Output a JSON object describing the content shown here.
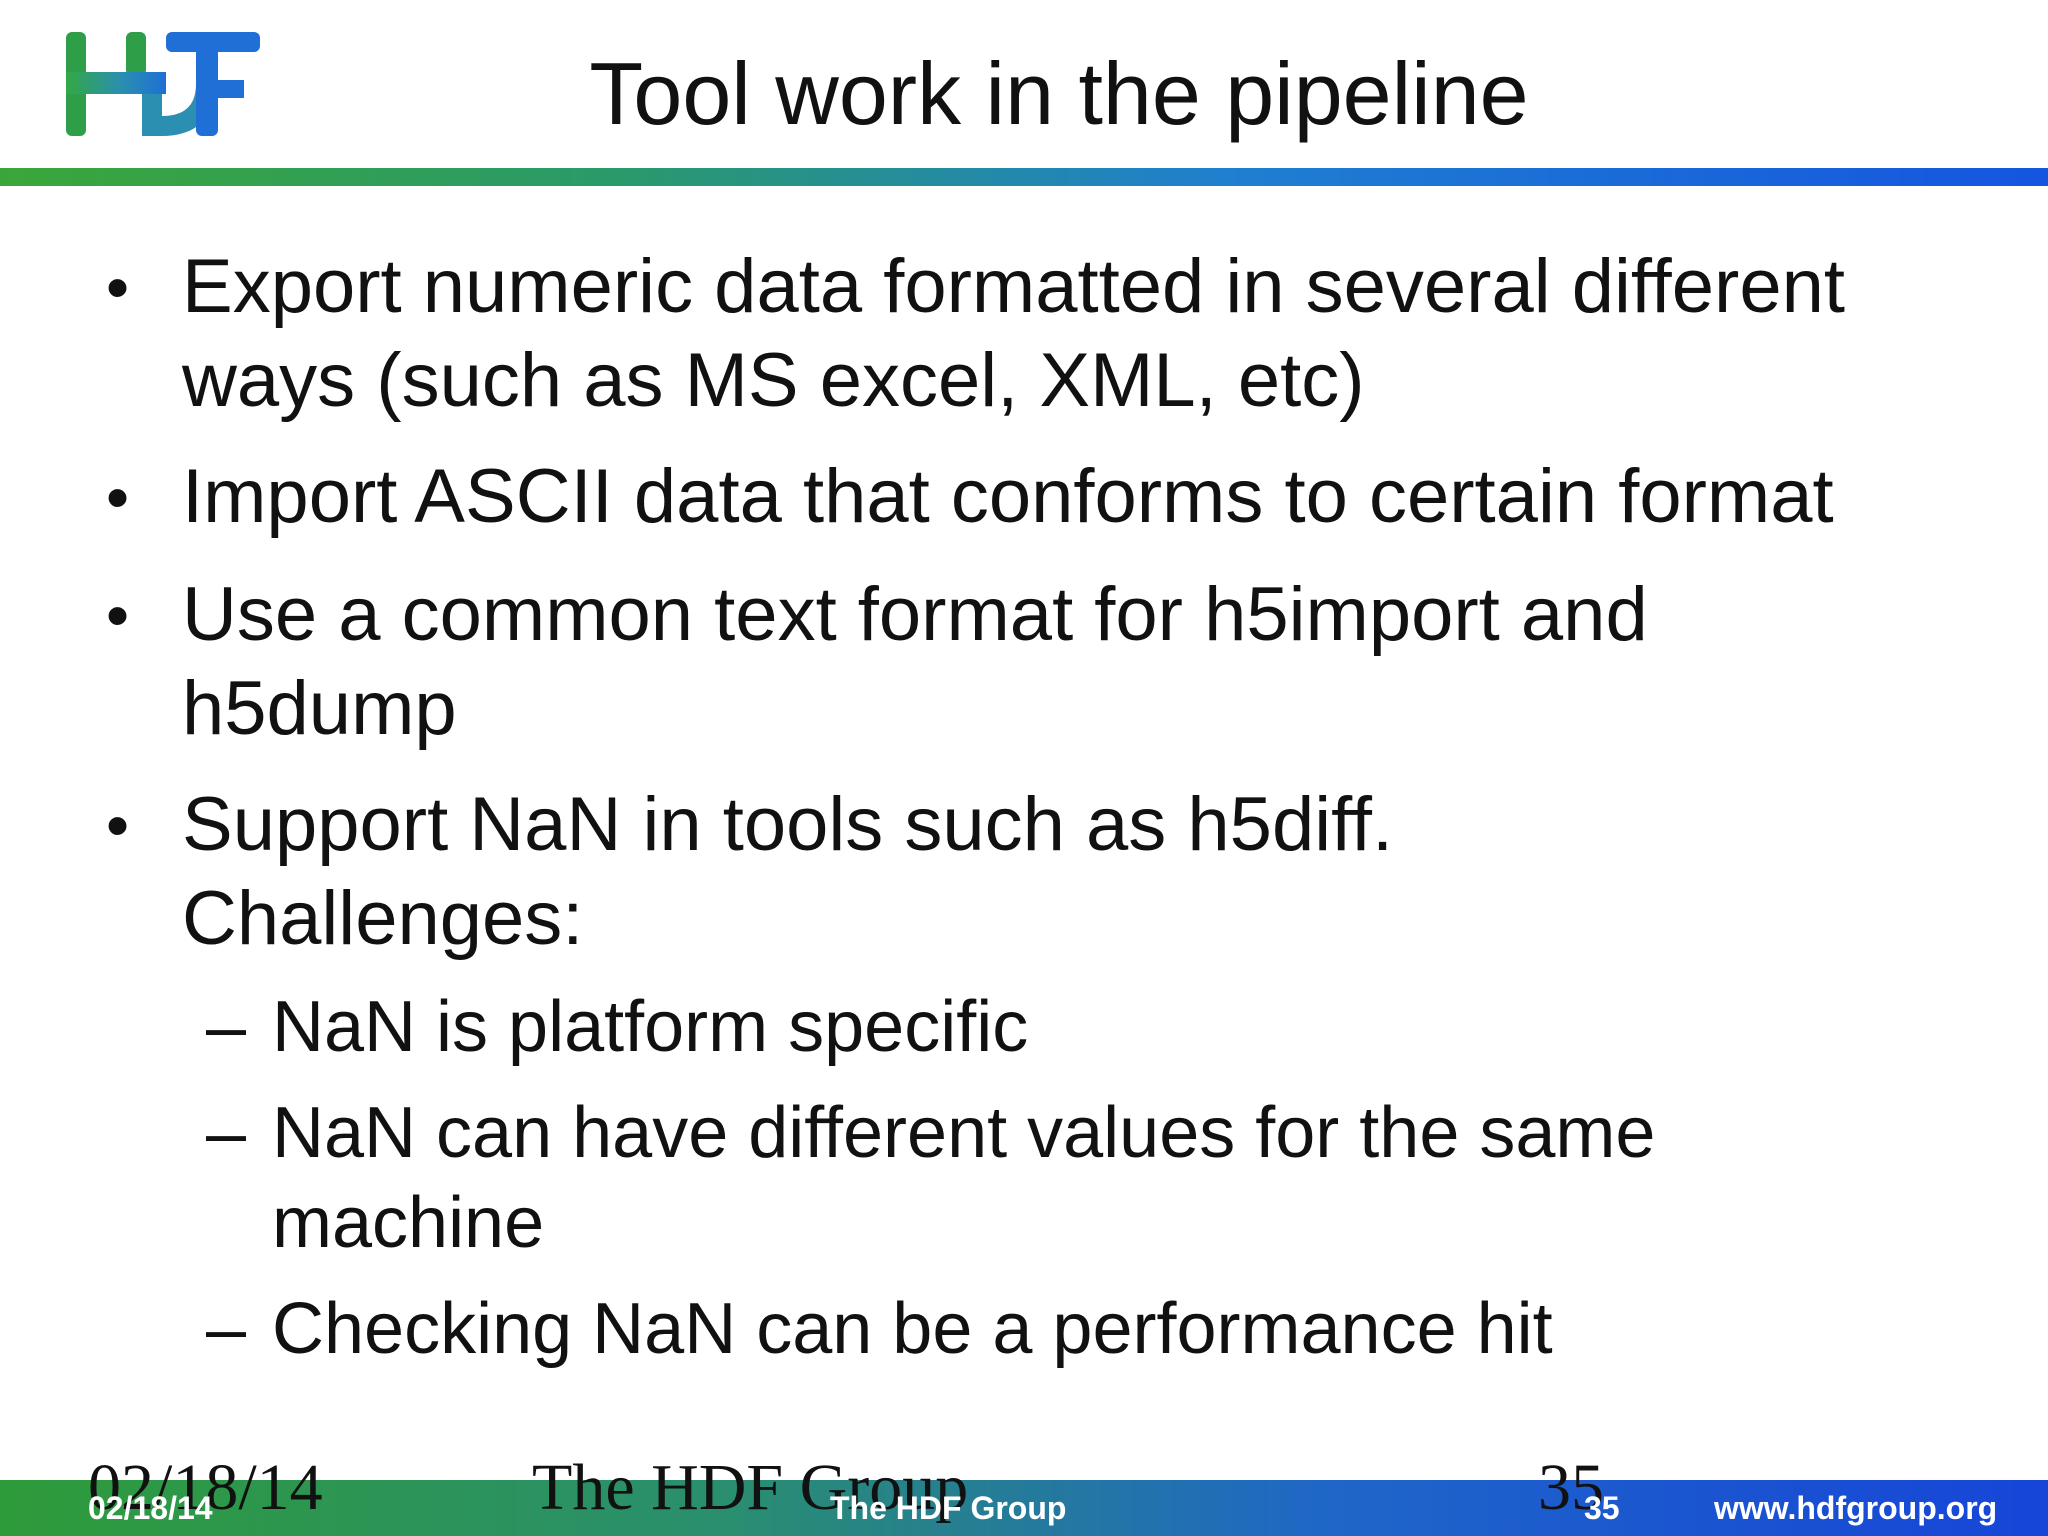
{
  "logo": {
    "icon": "hdf-logo-icon",
    "colors": {
      "green": "#33a844",
      "blue": "#1f6fd6"
    }
  },
  "title": "Tool work in the pipeline",
  "bullets": [
    {
      "line1": "Export numeric data formatted in several different",
      "line2": "ways (such as MS excel, XML, etc)"
    },
    {
      "line1": "Import ASCII data that conforms to certain format"
    },
    {
      "line1": "Use a common text format for h5import and",
      "line2": "h5dump"
    },
    {
      "line1": "Support NaN in tools such as h5diff.",
      "line2": "Challenges:"
    }
  ],
  "bullet_glyph": "•",
  "sub_bullets": [
    {
      "line1": "NaN is platform specific"
    },
    {
      "line1": "NaN can have different values for the same",
      "line2": "machine"
    },
    {
      "line1": "Checking NaN can be a performance hit"
    }
  ],
  "sub_glyph": "–",
  "footer": {
    "date_serif": "02/18/14",
    "group_serif": "The HDF Group",
    "page_serif": "35",
    "date_small": "02/18/14",
    "group_small": "The HDF Group",
    "page_small": "35",
    "url": "www.hdfgroup.org"
  },
  "colors": {
    "rule_start": "#3aa63a",
    "rule_end": "#1555e0",
    "text": "#111111"
  }
}
